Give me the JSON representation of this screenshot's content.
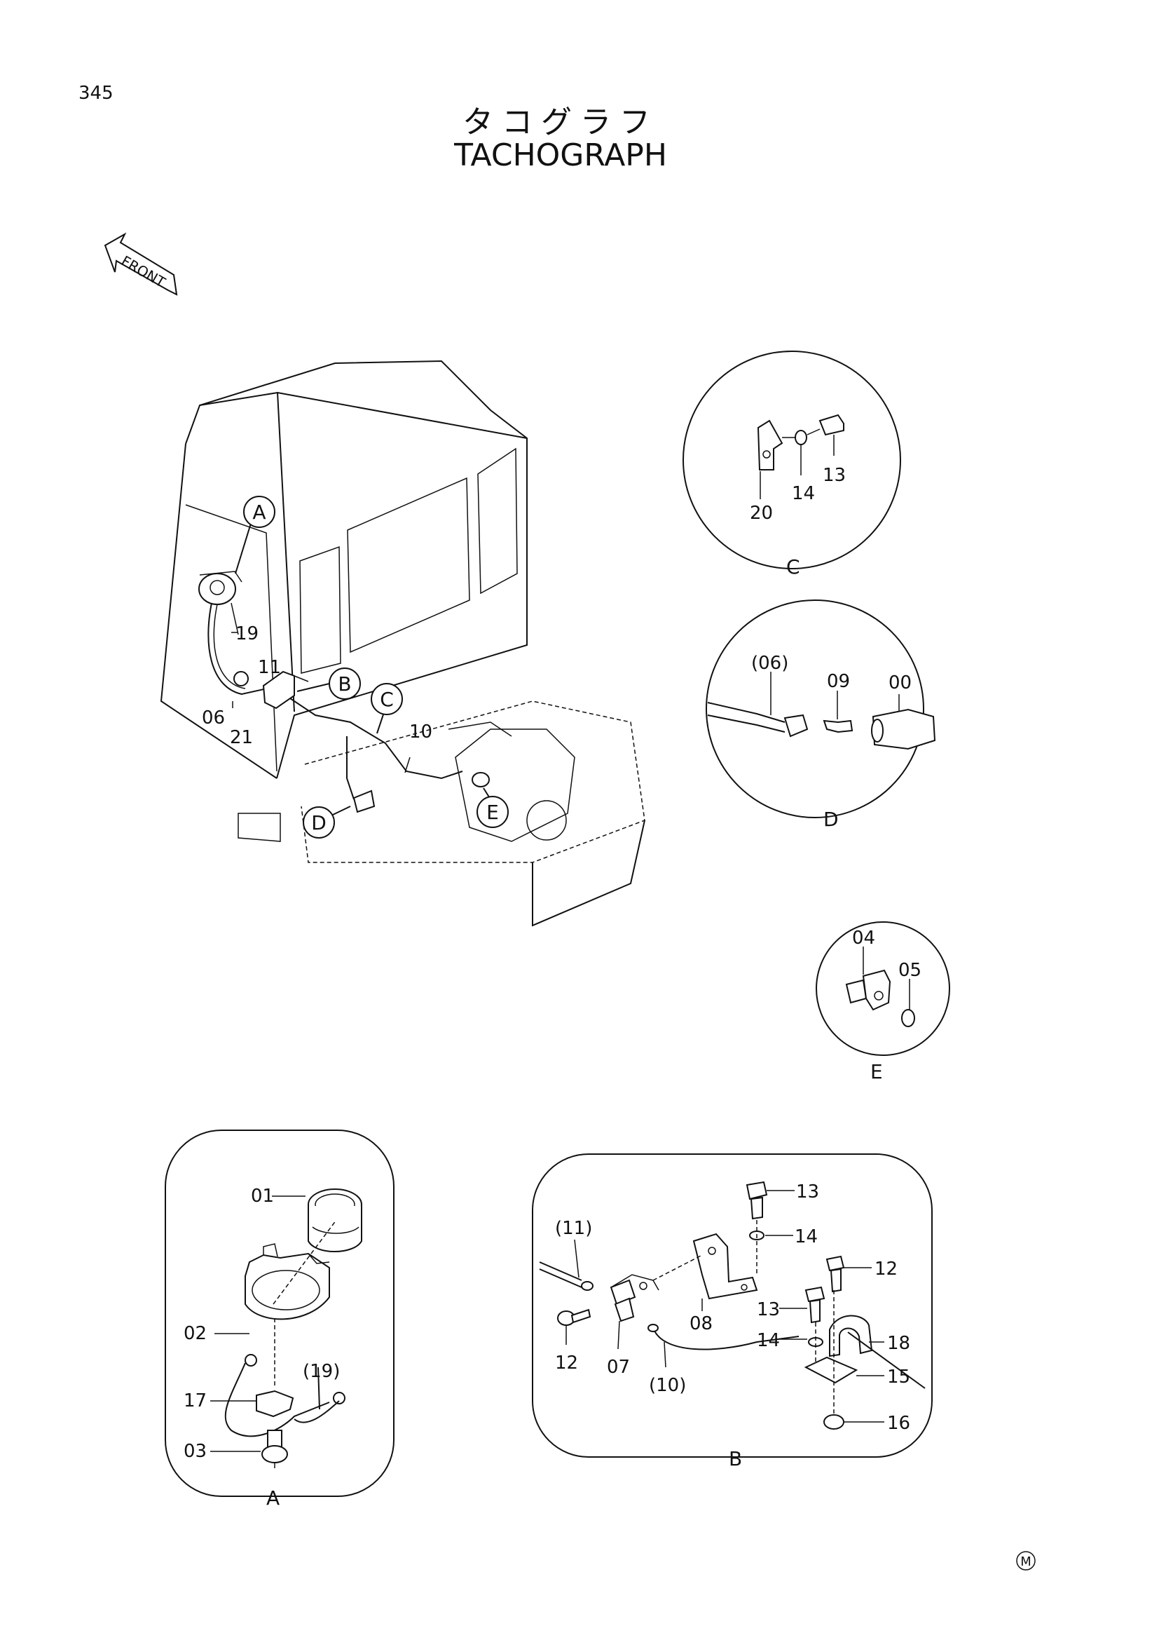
{
  "page_number": "345",
  "title_jp": "タコグラフ",
  "title_en": "TACHOGRAPH",
  "front_arrow": "FRONT",
  "copyright_mark": "M",
  "main_view": {
    "bubbles": [
      "A",
      "B",
      "C",
      "D",
      "E"
    ],
    "labels": [
      "19",
      "11",
      "06",
      "21",
      "10"
    ]
  },
  "detail_c": {
    "name": "C",
    "labels": [
      "20",
      "14",
      "13"
    ]
  },
  "detail_d": {
    "name": "D",
    "labels": [
      "(06)",
      "09",
      "00"
    ]
  },
  "detail_e": {
    "name": "E",
    "labels": [
      "04",
      "05"
    ]
  },
  "detail_a": {
    "name": "A",
    "labels": [
      "01",
      "02",
      "17",
      "(19)",
      "03"
    ]
  },
  "detail_b": {
    "name": "B",
    "labels": [
      "13",
      "14",
      "(11)",
      "12",
      "08",
      "13",
      "14",
      "18",
      "15",
      "16",
      "12",
      "07",
      "(10)"
    ]
  }
}
